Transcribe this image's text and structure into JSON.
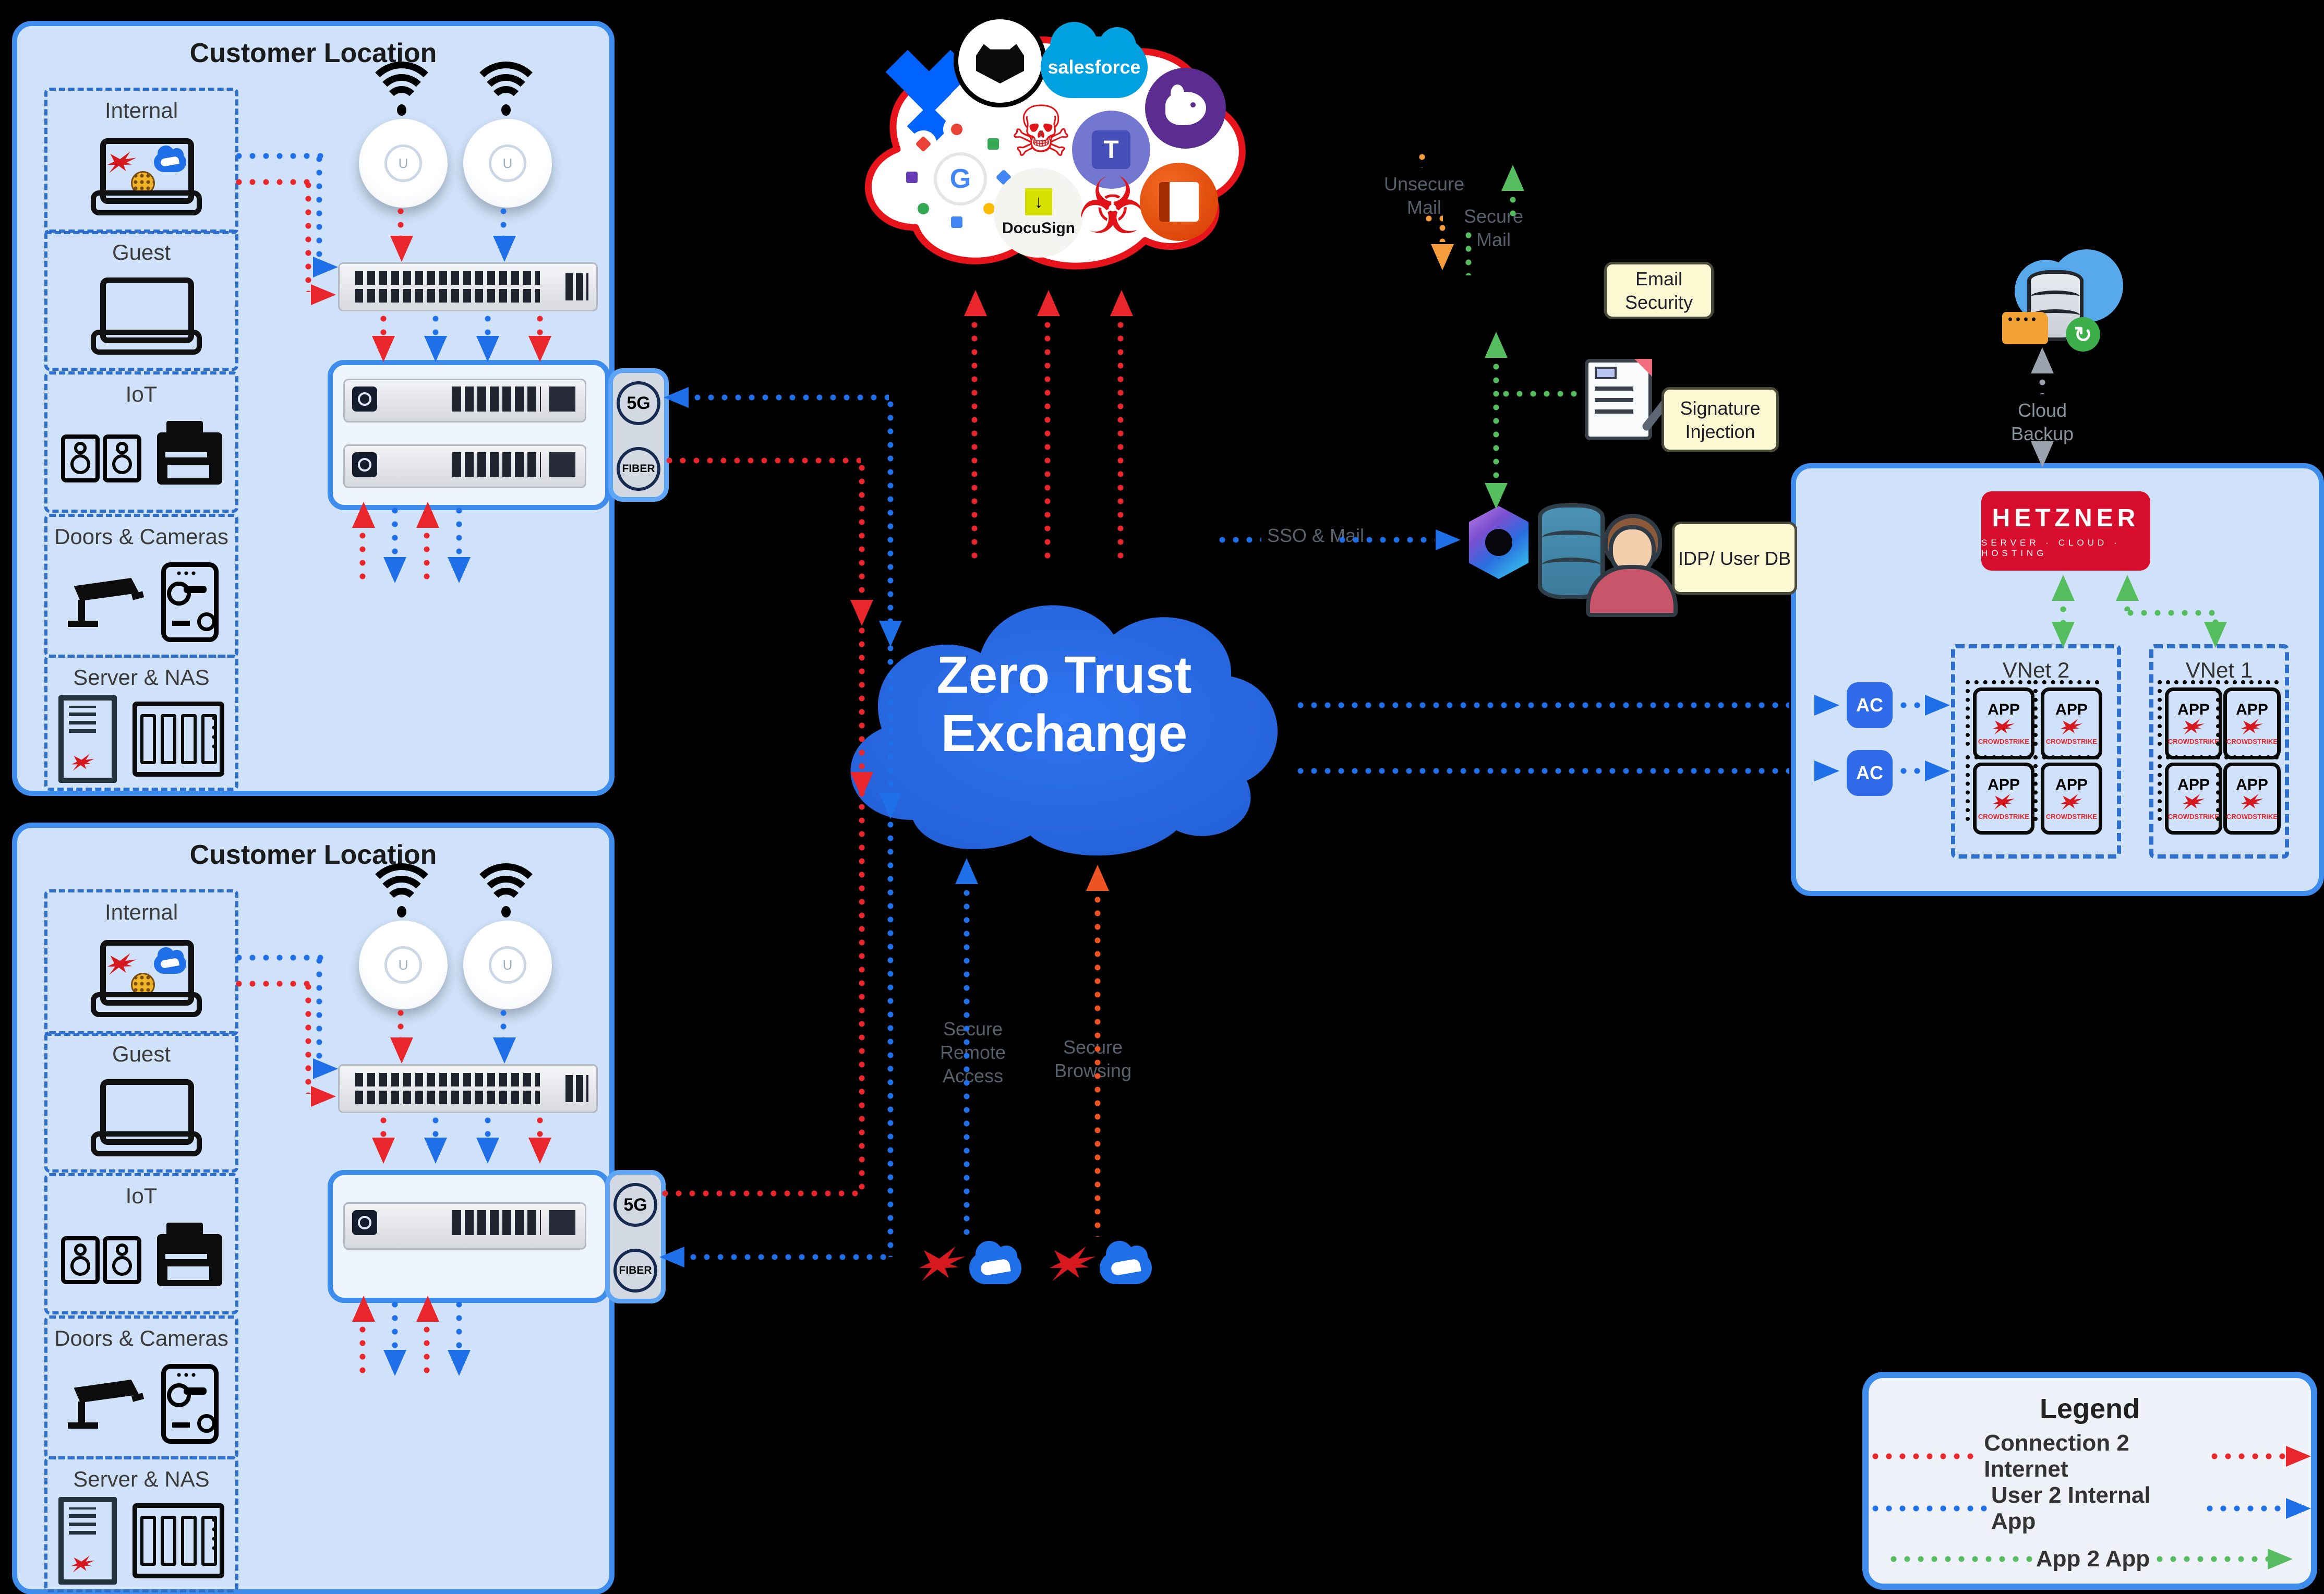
{
  "locations": [
    {
      "title": "Customer Location",
      "sections": [
        "Internal",
        "Guest",
        "IoT",
        "Doors & Cameras",
        "Server & NAS"
      ]
    },
    {
      "title": "Customer Location",
      "sections": [
        "Internal",
        "Guest",
        "IoT",
        "Doors & Cameras",
        "Server & NAS"
      ]
    }
  ],
  "wan": {
    "g5": "5G",
    "fiber": "FIBER"
  },
  "zte": {
    "title_line1": "Zero Trust",
    "title_line2": "Exchange"
  },
  "flows": {
    "sso_mail": "SSO & Mail",
    "secure_remote_access": "Secure Remote Access",
    "secure_browsing": "Secure Browsing",
    "unsecure_mail": "Unsecure Mail",
    "secure_mail": "Secure Mail",
    "cloud_backup": "Cloud Backup"
  },
  "email": {
    "security": "Email Security",
    "signature": "Signature Injection",
    "idp": "IDP/ User DB"
  },
  "saas": {
    "salesforce": "salesforce",
    "docusign": "DocuSign"
  },
  "hetzner": {
    "brand": "HETZNER",
    "tagline": "SERVER · CLOUD · HOSTING",
    "ac": "AC",
    "vnets": [
      "VNet 2",
      "VNet 1"
    ]
  },
  "app_tile": {
    "name": "APP",
    "vendor": "CROWDSTRIKE"
  },
  "legend": {
    "title": "Legend",
    "items": [
      {
        "label": "Connection 2 Internet",
        "color": "#e8262b"
      },
      {
        "label": "User 2 Internal App",
        "color": "#1f6fe8"
      },
      {
        "label": "App 2 App",
        "color": "#57bb61"
      }
    ]
  },
  "glyphs": {
    "skull": "☠",
    "biohazard": "☣",
    "sync": "↻",
    "download": "↓",
    "google_g": "G",
    "teams_t": "T",
    "ap_u": "U"
  },
  "colors": {
    "background": "#000000",
    "site_box": "#cfe2f9",
    "box_border": "#3e8cec",
    "internet_red": "#e8262b",
    "internal_blue": "#1f6fe8",
    "app_green": "#57bb61",
    "unsecure_orange": "#f59d3c",
    "browsing_orange": "#f05323",
    "zte_cloud_blue": "#2b6ae3",
    "app_cloud_border": "#e8141c",
    "hetzner_red": "#d60d2c",
    "note_yellow": "#fbf8d2",
    "backup_gray": "#9aa3ad"
  }
}
